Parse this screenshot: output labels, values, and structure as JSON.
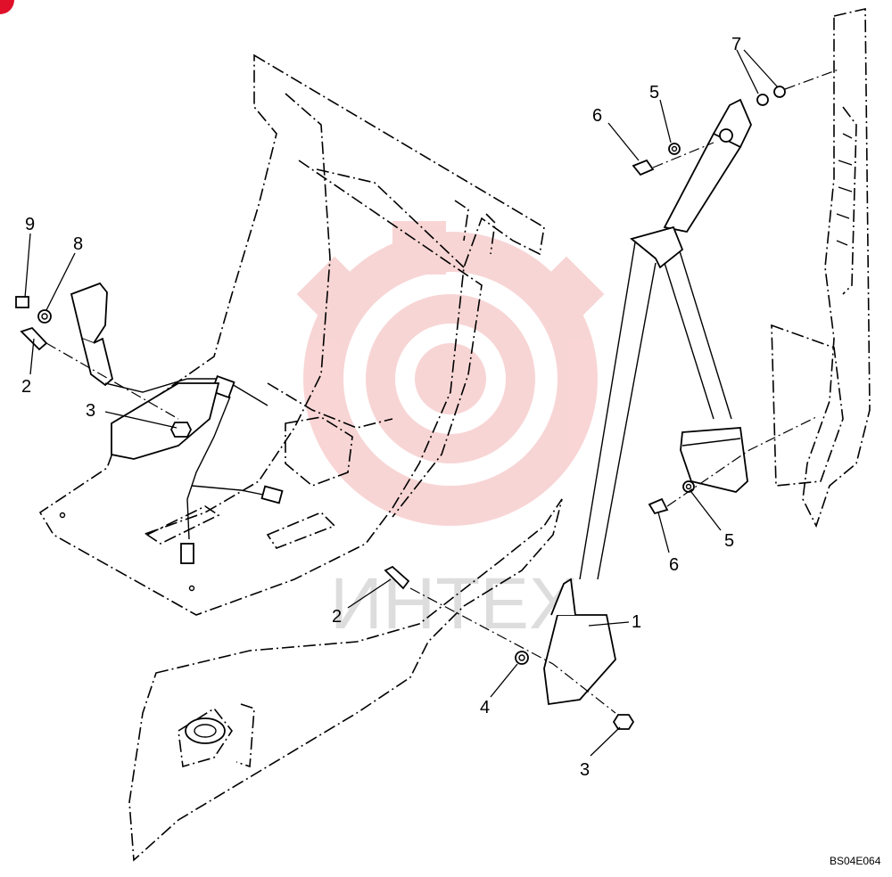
{
  "drawing_code": "BS04E064",
  "watermark_text": "ИНТЕХ",
  "colors": {
    "line": "#000000",
    "watermark": "#f2a0a0",
    "corner_mark": "#e0102a"
  },
  "callouts": [
    {
      "id": "c1",
      "label": "1"
    },
    {
      "id": "c2a",
      "label": "2"
    },
    {
      "id": "c2b",
      "label": "2"
    },
    {
      "id": "c3a",
      "label": "3"
    },
    {
      "id": "c3b",
      "label": "3"
    },
    {
      "id": "c4",
      "label": "4"
    },
    {
      "id": "c5a",
      "label": "5"
    },
    {
      "id": "c5b",
      "label": "5"
    },
    {
      "id": "c6a",
      "label": "6"
    },
    {
      "id": "c6b",
      "label": "6"
    },
    {
      "id": "c7",
      "label": "7"
    },
    {
      "id": "c8",
      "label": "8"
    },
    {
      "id": "c9",
      "label": "9"
    }
  ]
}
